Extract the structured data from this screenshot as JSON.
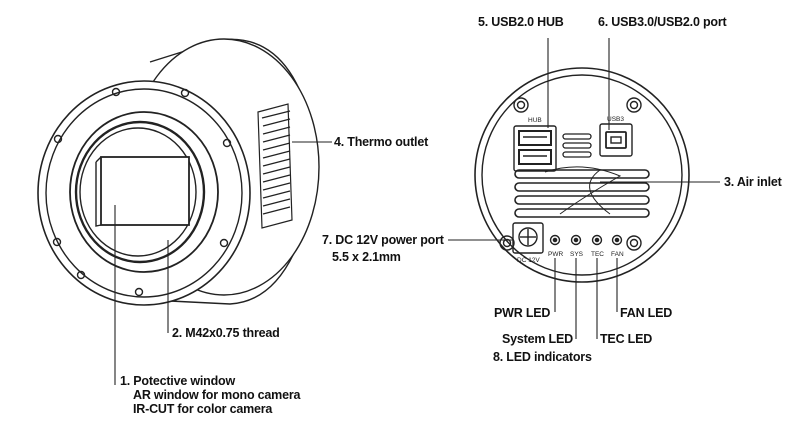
{
  "labels": {
    "usb_hub": "5. USB2.0 HUB",
    "usb3_port": "6. USB3.0/USB2.0 port",
    "thermo_outlet": "4. Thermo outlet",
    "air_inlet": "3. Air inlet",
    "dc_power": "7. DC 12V power port",
    "dc_power_spec": "5.5 x 2.1mm",
    "thread": "2. M42x0.75 thread",
    "window_title": "1. Potective window",
    "window_mono": "AR window for mono camera",
    "window_color": "IR-CUT for color camera",
    "pwr_led": "PWR LED",
    "fan_led": "FAN LED",
    "system_led": "System LED",
    "tec_led": "TEC LED",
    "led_indicators": "8. LED indicators"
  },
  "panel_text": {
    "hub": "HUB",
    "usb3": "USB3",
    "dc12v": "DC 12V",
    "pwr": "PWR",
    "sys": "SYS",
    "tec": "TEC",
    "fan": "FAN"
  }
}
